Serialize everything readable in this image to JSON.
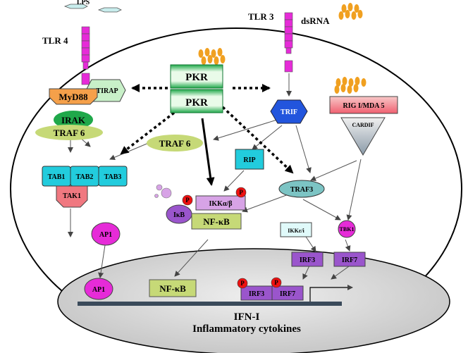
{
  "labels": {
    "lps": "LPS",
    "tlr4": "TLR 4",
    "tlr3": "TLR 3",
    "dsrna": "dsRNA",
    "pkr_top": "PKR",
    "pkr_bottom": "PKR",
    "myd88": "MyD88",
    "tirap": "TIRAP",
    "irak": "IRAK",
    "traf6_left": "TRAF 6",
    "traf6_mid": "TRAF 6",
    "trif": "TRIF",
    "rig": "RIG I/MDA 5",
    "cardif": "CARDIF",
    "rip": "RIP",
    "tab1": "TAB1",
    "tab2": "TAB2",
    "tab3": "TAB3",
    "tak1": "TAK1",
    "traf3": "TRAF3",
    "ikk": "IKKα/β",
    "ikb": "IκB",
    "nfkb": "NF-κB",
    "ap1": "AP1",
    "ikke": "IKKε/i",
    "tbk1": "TBK1",
    "irf3": "IRF3",
    "irf7": "IRF7",
    "ap1_nuc": "AP1",
    "nfkb_nuc": "NF-κB",
    "irf3_nuc": "IRF3",
    "irf7_nuc": "IRF7",
    "p": "P",
    "ifn": "IFN-I",
    "cytokines": "Inflammatory cytokines"
  },
  "colors": {
    "pkr": "#1fa84a",
    "magenta": "#e62bd8",
    "orange": "#f5a04a",
    "mint": "#c8f0c8",
    "yellowgreen": "#c6d977",
    "blue": "#2255dd",
    "cyan": "#22ccdd",
    "pink": "#f07880",
    "violet": "#9a55cc",
    "lightviolet": "#d7a3e6",
    "teal": "#7cc4c4",
    "red": "#ee1111",
    "nucleus": "#d2d2d2"
  }
}
